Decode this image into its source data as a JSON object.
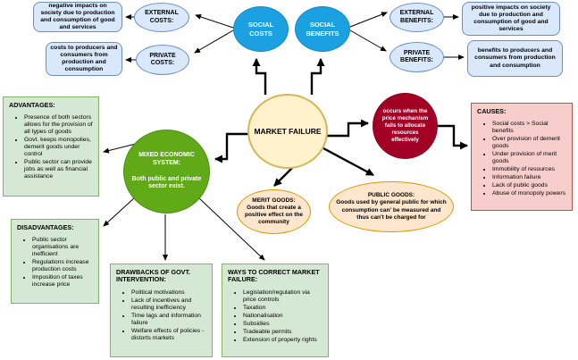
{
  "diagram_title": "Market Failure concept map",
  "colors": {
    "light_blue_fill": "#dae8fc",
    "light_blue_stroke": "#6c8ebf",
    "bright_blue_fill": "#1ba1e2",
    "cream_fill": "#fff2cc",
    "cream_stroke": "#d6b656",
    "tan_fill": "#ffe6cc",
    "tan_stroke": "#d79b00",
    "dark_red_fill": "#a20025",
    "green_fill": "#60a917",
    "light_green_fill": "#d5e8d4",
    "light_green_stroke": "#82b366",
    "pink_fill": "#f8cecc",
    "pink_stroke": "#b85450",
    "arrow_color": "#000000"
  },
  "nodes": {
    "box_negative_impacts": "negative impacts on society due to production and consumption of good and services",
    "ellipse_external_costs": "EXTERNAL COSTS:",
    "circle_social_costs": "SOCIAL COSTS",
    "circle_social_benefits": "SOCIAL BENEFITS",
    "ellipse_external_benefits": "EXTERNAL BENEFITS:",
    "box_positive_impacts": "positive impacts on society due to production and consumption of good and services",
    "box_costs_producers": "costs to producers and consumers from production and consumption",
    "ellipse_private_costs": "PRIVATE COSTS:",
    "ellipse_private_benefits": "PRIVATE BENEFITS:",
    "box_benefits_producers": "benefits to producers and consumers from production and consumption",
    "market_failure": "MARKET FAILURE",
    "occurs_definition": "occurs when the price mechanism fails to allocate resources effectively",
    "mixed_title": "MIXED ECONOMIC SYSTEM:",
    "mixed_body": "Both public and private sector exist.",
    "merit_title": "MERIT GOODS:",
    "merit_body": "Goods that create a positive effect on the community",
    "public_title": "PUBLIC GOODS:",
    "public_body": "Goods used by general public for which consumption can' be measured and thus can't be charged for"
  },
  "lists": {
    "advantages": {
      "title": "ADVANTAGES:",
      "items": [
        "Presence of both sectors allows for the provision of all types of goods",
        "Govt. keeps monopolies, demerit goods under control",
        "Public sector can provide jobs as well as financial assistance"
      ]
    },
    "disadvantages": {
      "title": "DISADVANTAGES:",
      "items": [
        "Public sector organisations are inefficient",
        "Regulations increase production costs",
        "Imposition of taxes increase price"
      ]
    },
    "drawbacks": {
      "title": "DRAWBACKS OF GOVT. INTERVENTION:",
      "items": [
        "Political motivations",
        "Lack of incentives and resulting inefficiency",
        "Time lags and information failure",
        "Welfare effects of policies - distorts markets"
      ]
    },
    "ways": {
      "title": "WAYS TO CORRECT MARKET FAILURE:",
      "items": [
        "Legislation/regulation via price controls",
        "Taxation",
        "Nationalisation",
        "Subsidies",
        "Tradeable permits",
        "Extension of property rights"
      ]
    },
    "causes": {
      "title": "CAUSES:",
      "items": [
        "Social costs > Social benefits",
        "Over provision of demerit goods",
        "Under provision of merit goods",
        "Immobility of resources",
        "Information failure",
        "Lack of public goods",
        "Abuse of monopoly powers"
      ]
    }
  }
}
